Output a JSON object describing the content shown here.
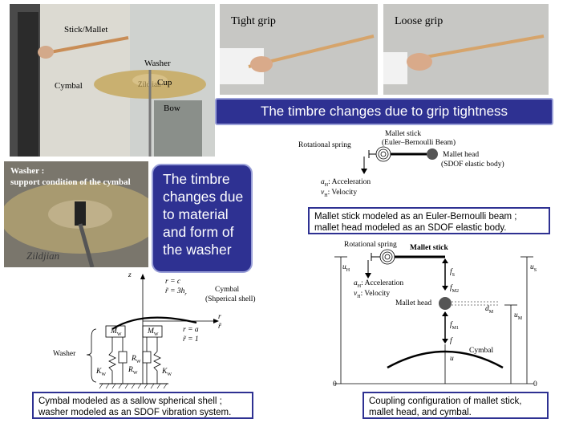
{
  "photo_setup": {
    "labels": {
      "stick": "Stick/Mallet",
      "washer": "Washer",
      "cup": "Cup",
      "cymbal": "Cymbal",
      "bow": "Bow"
    }
  },
  "grips": {
    "tight": "Tight grip",
    "loose": "Loose grip"
  },
  "banner_grip": "The timbre changes due to grip tightness",
  "washer_photo": {
    "title": "Washer :",
    "subtitle": "support condition of the cymbal"
  },
  "banner_washer": {
    "line1": "The timbre",
    "line2": "changes due",
    "line3": "to material",
    "line4": "and form of",
    "line5": "the washer"
  },
  "stick_model": {
    "rotational_spring": "Rotational spring",
    "mallet_stick": "Mallet stick",
    "beam": "(Euler–Bernoulli Beam)",
    "mallet_head": "Mallet head",
    "sdof": "(SDOF elastic body)",
    "accel": "a",
    "accel_sub": "H",
    "accel_text": ": Acceleration",
    "vel": "v",
    "vel_sub": "H",
    "vel_text": ": Velocity"
  },
  "caption_stick": {
    "line1": "Mallet stick modeled as an Euler-Bernoulli beam ;",
    "line2": "mallet head modeled as an SDOF elastic body."
  },
  "coupling": {
    "rotational_spring": "Rotational spring",
    "mallet_stick": "Mallet stick",
    "mallet_head": "Mallet head",
    "cymbal": "Cymbal",
    "accel": "a",
    "accel_sub": "H",
    "accel_text": ": Acceleration",
    "vel": "v",
    "vel_sub": "H",
    "vel_text": ": Velocity",
    "uH": "u",
    "uH_sub": "H",
    "uS": "u",
    "uS_sub": "S",
    "uM": "u",
    "uM_sub": "M",
    "fS": "f",
    "fS_sub": "S",
    "fM2": "f",
    "fM2_sub": "M2",
    "fM1": "f",
    "fM1_sub": "M1",
    "dM": "d",
    "dM_sub": "M",
    "f": "f",
    "u": "u",
    "zero": "0"
  },
  "caption_coupling": {
    "line1": "Coupling configuration of mallet stick,",
    "line2": "mallet head, and cymbal."
  },
  "cymbal_model": {
    "z": "z",
    "r_eq_c": "r = c",
    "rt_eq": "r̃ = 3h",
    "rt_sub": "r",
    "cymbal": "Cymbal",
    "shell": "(Shperical shell)",
    "r": "r",
    "rt": "r̃",
    "r_eq_a": "r = a",
    "rt_eq_1": "r̃ = 1",
    "washer": "Washer",
    "Mw": "M",
    "Mw_sub": "W",
    "Kw": "K",
    "Kw_sub": "W",
    "Rw": "R",
    "Rw_sub": "W"
  },
  "caption_cymbal": {
    "line1": "Cymbal modeled as a sallow spherical shell ;",
    "line2": "washer modeled as an SDOF vibration system."
  }
}
